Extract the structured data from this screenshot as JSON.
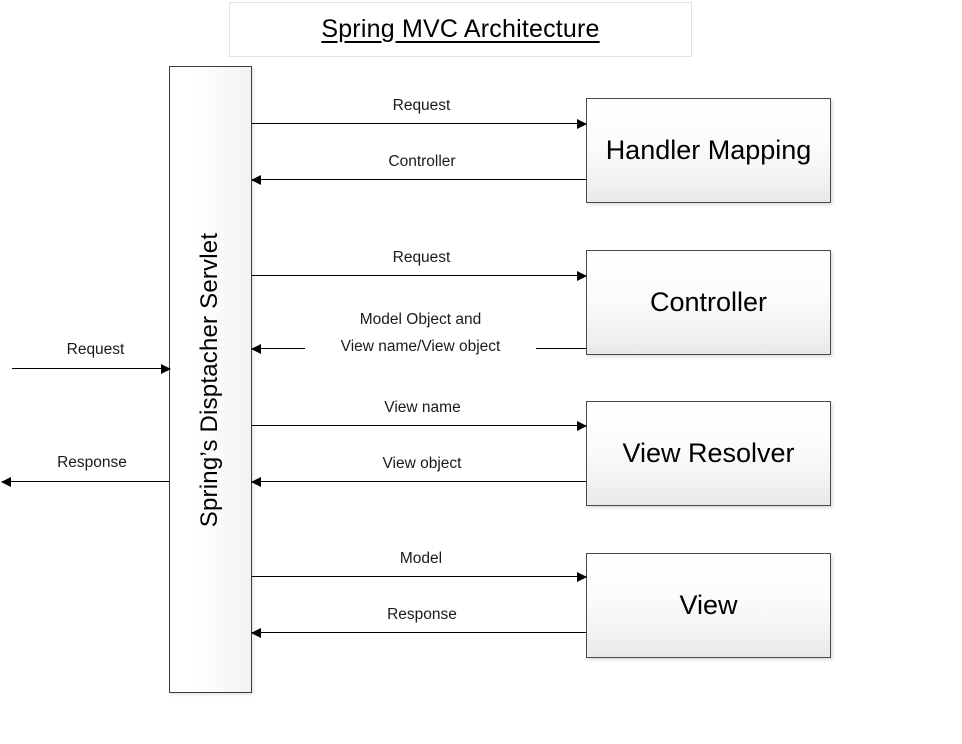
{
  "diagram": {
    "title": "Spring MVC Architecture",
    "central_component": {
      "label": "Spring’s Disptacher Servlet"
    },
    "components": [
      {
        "id": "handler-mapping",
        "label": "Handler Mapping"
      },
      {
        "id": "controller",
        "label": "Controller"
      },
      {
        "id": "view-resolver",
        "label": "View Resolver"
      },
      {
        "id": "view",
        "label": "View"
      }
    ],
    "external_flows": [
      {
        "id": "external-request",
        "label": "Request",
        "direction": "right"
      },
      {
        "id": "external-response",
        "label": "Response",
        "direction": "left"
      }
    ],
    "internal_flows": [
      {
        "id": "handler-request",
        "label": "Request",
        "direction": "right"
      },
      {
        "id": "handler-controller",
        "label": "Controller",
        "direction": "left"
      },
      {
        "id": "controller-request",
        "label": "Request",
        "direction": "right"
      },
      {
        "id": "controller-model-line1",
        "label": "Model Object and",
        "direction": "left"
      },
      {
        "id": "controller-model-line2",
        "label": "View name/View object",
        "direction": "left"
      },
      {
        "id": "resolver-viewname",
        "label": "View name",
        "direction": "right"
      },
      {
        "id": "resolver-viewobject",
        "label": "View object",
        "direction": "left"
      },
      {
        "id": "view-model",
        "label": "Model",
        "direction": "right"
      },
      {
        "id": "view-response",
        "label": "Response",
        "direction": "left"
      }
    ],
    "colors": {
      "background": "#ffffff",
      "line": "#000000",
      "box_border": "#3b3b3b",
      "box_fill_top": "#ffffff",
      "box_fill_bottom": "#e9e9e9",
      "text": "#000000"
    }
  }
}
